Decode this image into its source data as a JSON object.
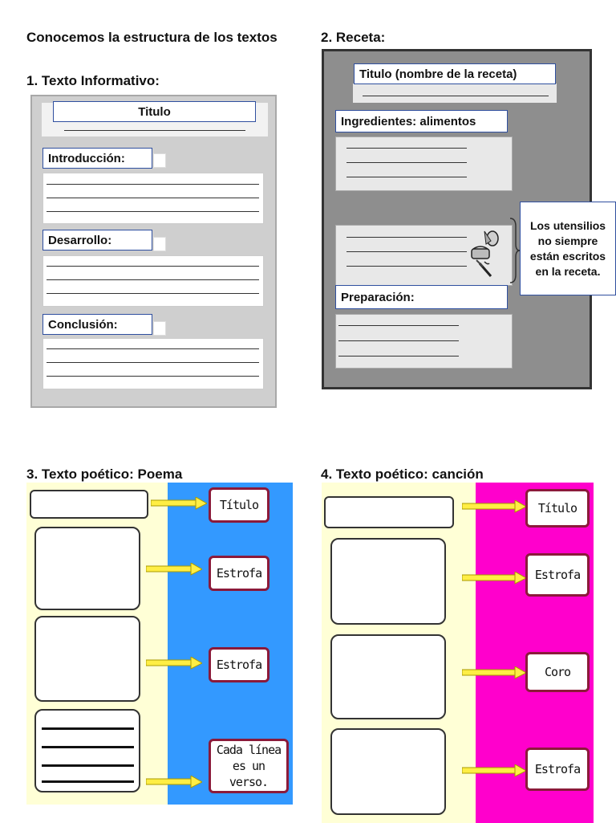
{
  "section_heading": "Conocemos la estructura de los textos",
  "informativo": {
    "heading": "1.   Texto Informativo:",
    "title": "Titulo",
    "intro": "Introducción:",
    "desarrollo": "Desarrollo:",
    "conclusion": "Conclusión:"
  },
  "receta": {
    "heading": "2.   Receta:",
    "title": "Titulo (nombre de la receta)",
    "ingredientes": "Ingredientes: alimentos",
    "preparacion": "Preparación:",
    "callout": "Los utensilios no siempre están escritos en la receta."
  },
  "poema": {
    "heading": "3.   Texto poético: Poema",
    "tags": [
      "Título",
      "Estrofa",
      "Estrofa",
      "Cada línea es un verso."
    ],
    "colors": {
      "left": "#ffffd6",
      "right": "#3399ff"
    }
  },
  "cancion": {
    "heading": "4.   Texto poético: canción",
    "tags": [
      "Título",
      "Estrofa",
      "Coro",
      "Estrofa"
    ],
    "colors": {
      "left": "#ffffd6",
      "right": "#ff00cc"
    }
  }
}
